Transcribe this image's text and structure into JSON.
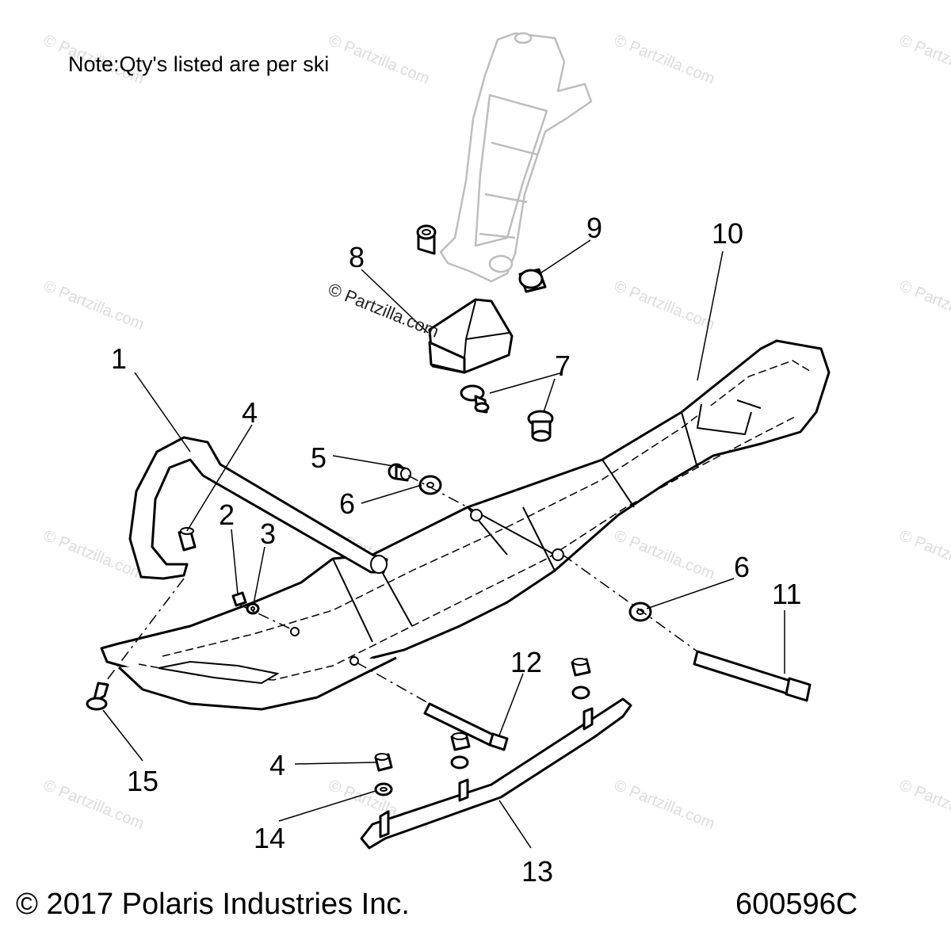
{
  "note": "Note:Qty's listed are per ski",
  "copyright": "© 2017 Polaris Industries Inc.",
  "figure_number": "600596C",
  "watermark": "© Partzilla.com",
  "callouts": {
    "c1": "1",
    "c2": "2",
    "c3": "3",
    "c4a": "4",
    "c4b": "4",
    "c5": "5",
    "c6a": "6",
    "c6b": "6",
    "c7": "7",
    "c8": "8",
    "c9": "9",
    "c10": "10",
    "c11": "11",
    "c12": "12",
    "c13": "13",
    "c14": "14",
    "c15": "15"
  }
}
